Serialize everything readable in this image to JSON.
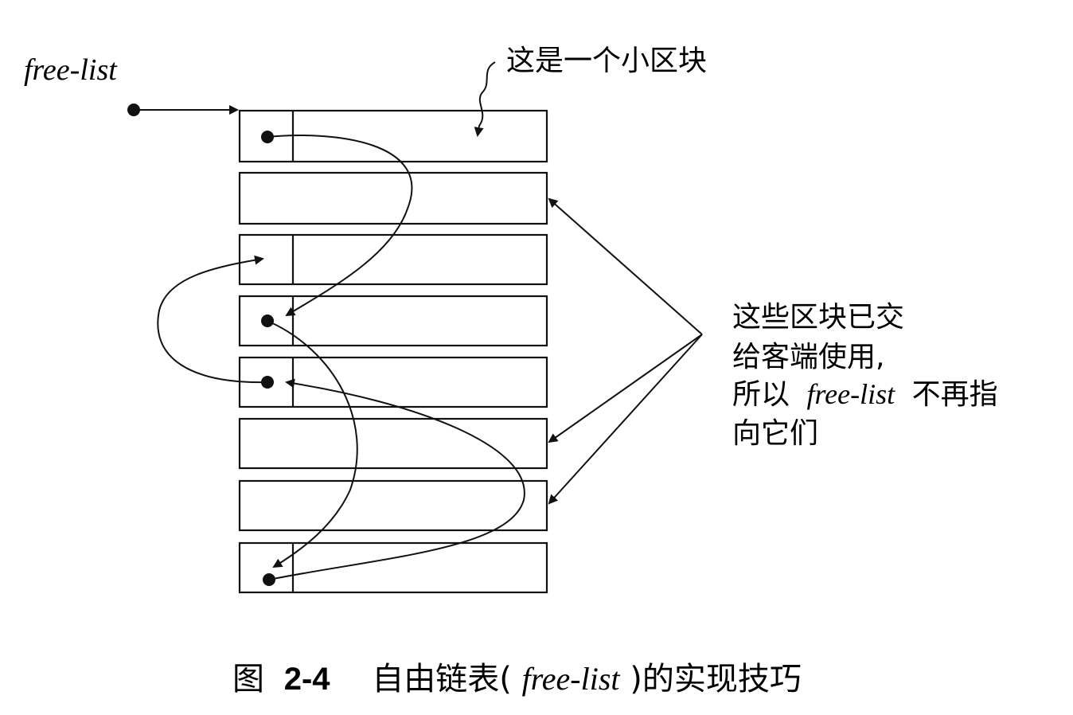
{
  "labels": {
    "head_pointer": "free-list",
    "block_note": "这是一个小区块",
    "handed_note": {
      "line1": "这些区块已交",
      "line2": "给客端使用,",
      "line3_prefix": "所以",
      "line3_term": "free-list",
      "line3_suffix": "不再指",
      "line4": "向它们"
    }
  },
  "caption": {
    "prefix": "图",
    "number": "2-4",
    "title_before": "自由链表(",
    "title_term": "free-list",
    "title_after": ")的实现技巧"
  },
  "blocks": [
    {
      "id": 1,
      "free": true
    },
    {
      "id": 2,
      "free": false
    },
    {
      "id": 3,
      "free": true
    },
    {
      "id": 4,
      "free": true
    },
    {
      "id": 5,
      "free": true
    },
    {
      "id": 6,
      "free": false
    },
    {
      "id": 7,
      "free": false
    },
    {
      "id": 8,
      "free": true
    }
  ],
  "colors": {
    "ink": "#111111",
    "background": "#ffffff"
  }
}
